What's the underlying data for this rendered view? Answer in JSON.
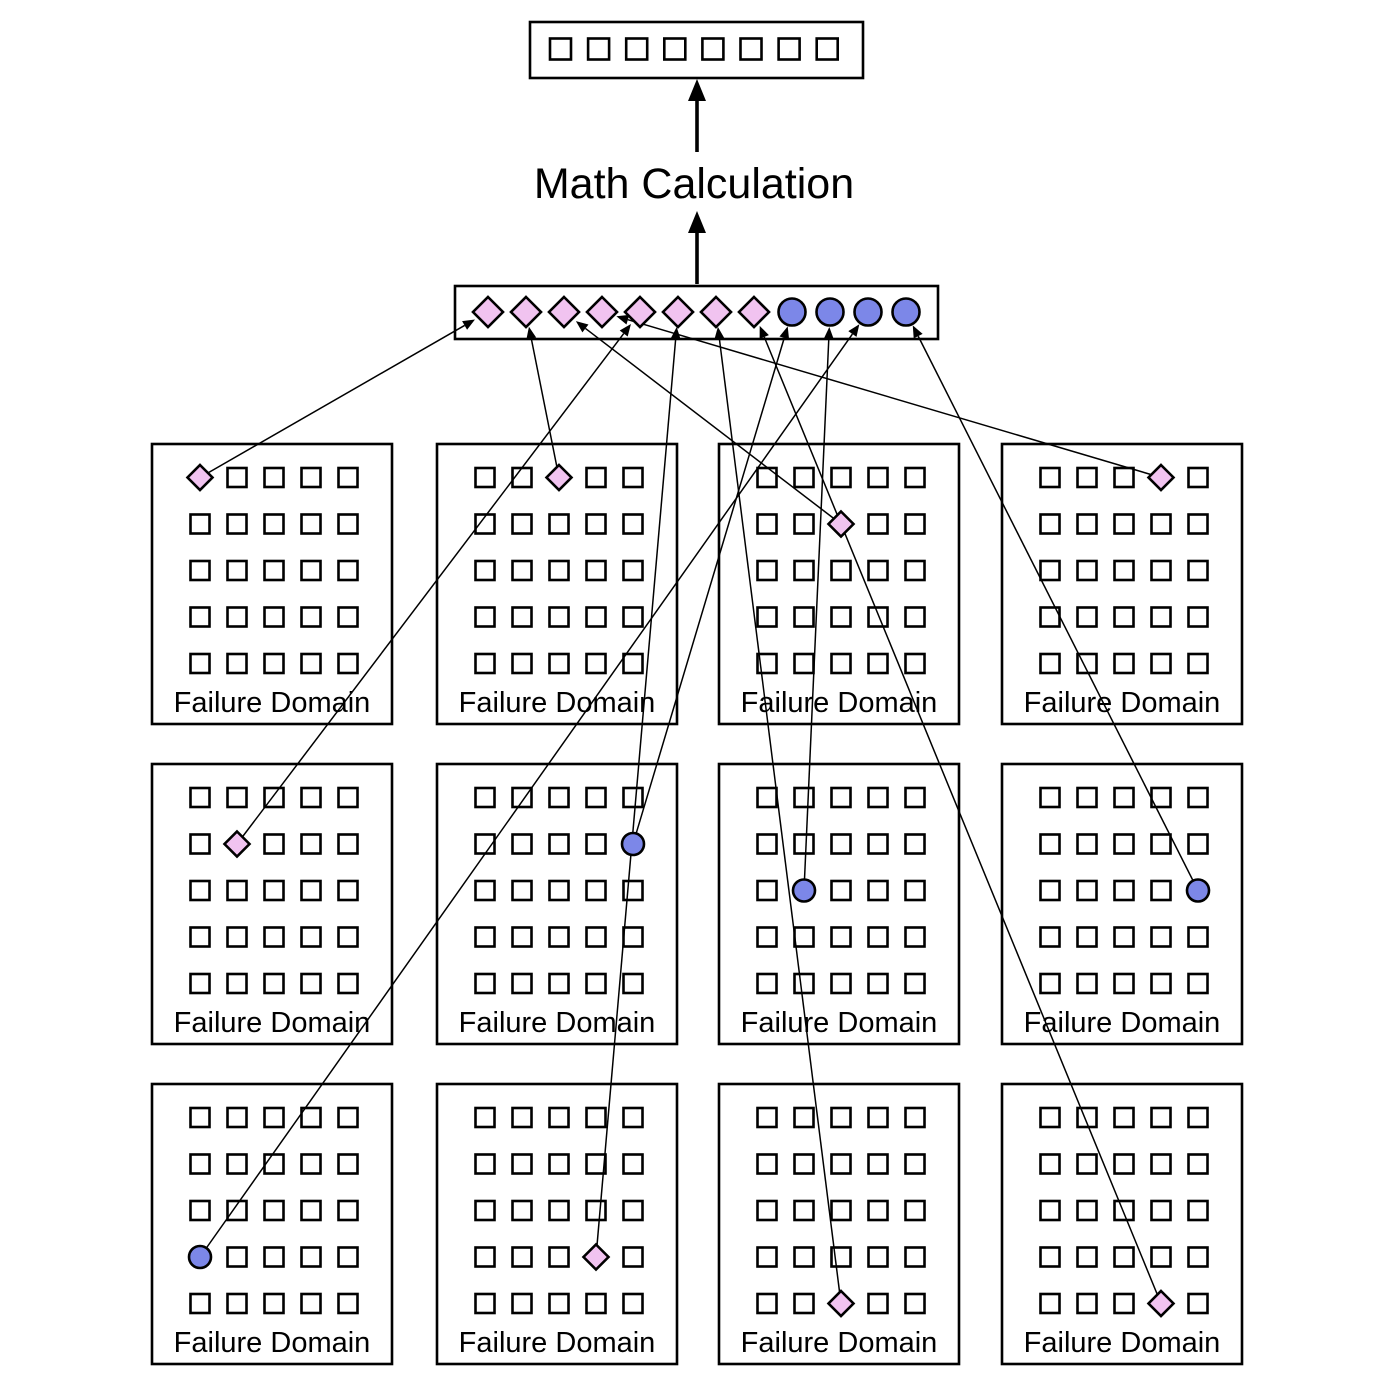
{
  "diagram": {
    "title": "Math Calculation",
    "colors": {
      "background": "#FFFFFF",
      "stroke": "#000000",
      "diamond_fill": "#F1C3F0",
      "circle_fill": "#7C87E8",
      "cell_fill": "#FFFFFF"
    },
    "top_box": {
      "name": "result-stripe",
      "square_count": 8
    },
    "strip": {
      "slots": [
        {
          "type": "diamond"
        },
        {
          "type": "diamond"
        },
        {
          "type": "diamond"
        },
        {
          "type": "diamond"
        },
        {
          "type": "diamond"
        },
        {
          "type": "diamond"
        },
        {
          "type": "diamond"
        },
        {
          "type": "diamond"
        },
        {
          "type": "circle"
        },
        {
          "type": "circle"
        },
        {
          "type": "circle"
        },
        {
          "type": "circle"
        }
      ]
    },
    "grid": {
      "rows": 5,
      "cols": 5
    },
    "failure_domains": [
      {
        "label": "Failure Domain",
        "special": {
          "row": 0,
          "col": 0,
          "type": "diamond"
        },
        "slot": 0
      },
      {
        "label": "Failure Domain",
        "special": {
          "row": 0,
          "col": 2,
          "type": "diamond"
        },
        "slot": 1
      },
      {
        "label": "Failure Domain",
        "special": {
          "row": 1,
          "col": 2,
          "type": "diamond"
        },
        "slot": 2
      },
      {
        "label": "Failure Domain",
        "special": {
          "row": 0,
          "col": 3,
          "type": "diamond"
        },
        "slot": 3
      },
      {
        "label": "Failure Domain",
        "special": {
          "row": 1,
          "col": 1,
          "type": "diamond"
        },
        "slot": 4
      },
      {
        "label": "Failure Domain",
        "special": {
          "row": 1,
          "col": 4,
          "type": "circle"
        },
        "slot": 8
      },
      {
        "label": "Failure Domain",
        "special": {
          "row": 2,
          "col": 1,
          "type": "circle"
        },
        "slot": 9
      },
      {
        "label": "Failure Domain",
        "special": {
          "row": 2,
          "col": 4,
          "type": "circle"
        },
        "slot": 11
      },
      {
        "label": "Failure Domain",
        "special": {
          "row": 3,
          "col": 0,
          "type": "circle"
        },
        "slot": 10
      },
      {
        "label": "Failure Domain",
        "special": {
          "row": 3,
          "col": 3,
          "type": "diamond"
        },
        "slot": 5
      },
      {
        "label": "Failure Domain",
        "special": {
          "row": 4,
          "col": 2,
          "type": "diamond"
        },
        "slot": 6
      },
      {
        "label": "Failure Domain",
        "special": {
          "row": 4,
          "col": 3,
          "type": "diamond"
        },
        "slot": 7
      }
    ]
  }
}
